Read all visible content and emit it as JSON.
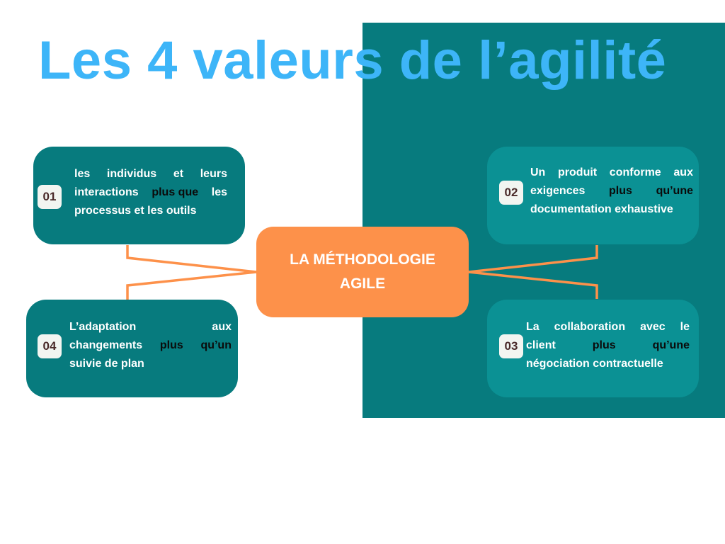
{
  "title": "Les 4 valeurs de l’agilité",
  "center": {
    "line1": "LA MÉTHODOLOGIE",
    "line2": "AGILE"
  },
  "colors": {
    "title": "#3db5f8",
    "teal_dark": "#077b7e",
    "teal_light": "#0b9194",
    "orange": "#fd914a",
    "number_badge_bg": "#f2f5f1",
    "number_badge_text": "#4a2a2a",
    "highlight_text": "#0b0b0b"
  },
  "values": [
    {
      "number": "01",
      "lines": [
        [
          "les",
          "individus",
          "et",
          "leurs"
        ],
        [
          "interactions",
          "plus que",
          "les"
        ],
        [
          "processus et les outils"
        ]
      ],
      "highlight": "plus que"
    },
    {
      "number": "02",
      "lines": [
        [
          "Un",
          "produit",
          "conforme",
          "aux"
        ],
        [
          "exigences",
          "plus",
          "qu’une"
        ],
        [
          "documentation exhaustive"
        ]
      ],
      "highlight": "plus qu’une"
    },
    {
      "number": "03",
      "lines": [
        [
          "La",
          "collaboration",
          "avec",
          "le"
        ],
        [
          "client",
          "plus",
          "qu’une"
        ],
        [
          "négociation contractuelle"
        ]
      ],
      "highlight": "plus qu’une"
    },
    {
      "number": "04",
      "lines": [
        [
          "L’adaptation",
          "aux"
        ],
        [
          "changements",
          "plus",
          "qu’un"
        ],
        [
          "suivie de plan"
        ]
      ],
      "highlight": "plus qu’un"
    }
  ]
}
